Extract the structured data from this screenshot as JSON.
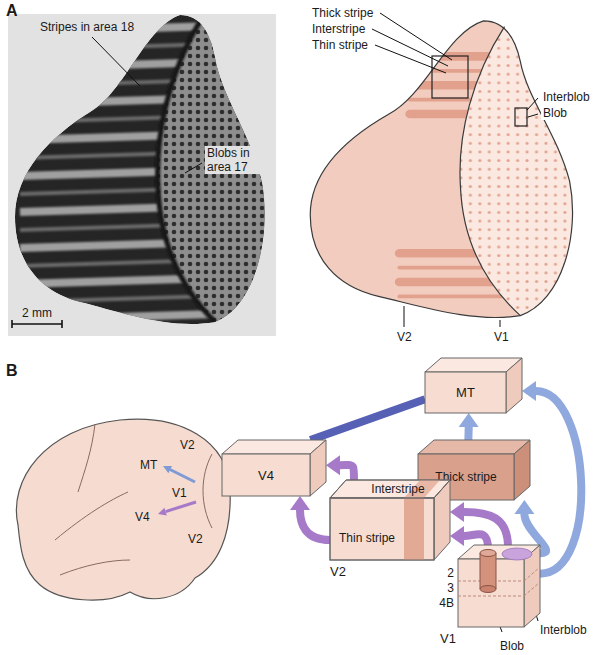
{
  "diagram": {
    "nodes": [
      {
        "text": [
          "MT"
        ]
      },
      {
        "text": [
          "V4"
        ]
      },
      {
        "text": [
          "Thick stripe"
        ]
      },
      {
        "text": [
          "V2"
        ]
      },
      {
        "text": [
          "Interstripe"
        ],
        "in": 3
      },
      {
        "text": [
          "Thin stripe"
        ],
        "in": 3
      },
      {
        "text": [
          "V1"
        ]
      },
      {
        "text": [
          "Blob"
        ],
        "in": 6
      },
      {
        "text": [
          "Interblob"
        ],
        "in": 6
      }
    ],
    "edges": [
      {
        "from": 7,
        "to": 5,
        "arrow": "to"
      },
      {
        "from": 8,
        "to": 4,
        "arrow": "to"
      },
      {
        "from": 6,
        "to": 2,
        "arrow": "to"
      },
      {
        "from": 6,
        "to": 0,
        "arrow": "to"
      },
      {
        "from": 5,
        "to": 1,
        "arrow": "to"
      },
      {
        "from": 4,
        "to": 1,
        "arrow": "to"
      },
      {
        "from": 2,
        "to": 0,
        "arrow": "to"
      },
      {
        "from": 1,
        "to": 0,
        "arrow": "none"
      }
    ],
    "labels": [
      "A",
      "Stripes in area 18",
      "Blobs in area 17",
      "2 mm",
      "Thick stripe",
      "Interstripe",
      "Thin stripe",
      "Interblob",
      "Blob",
      "V2",
      "V1",
      "B",
      "V2",
      "MT",
      "V1",
      "V4",
      "V2",
      "2",
      "3",
      "4B"
    ]
  }
}
